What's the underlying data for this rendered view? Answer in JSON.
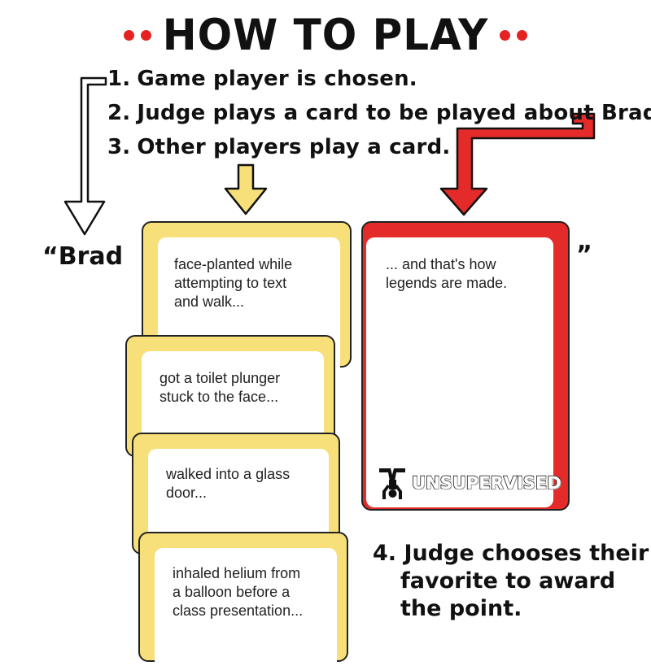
{
  "header": {
    "title": "HOW TO PLAY",
    "accent_color": "#e52222"
  },
  "steps": [
    {
      "number": "1.",
      "text": "Game player is chosen."
    },
    {
      "number": "2.",
      "text": "Judge plays a card to be played about Brad."
    },
    {
      "number": "3.",
      "text": "Other players play a card."
    }
  ],
  "sentence": {
    "open_quote": "“Brad",
    "close_quote": "”"
  },
  "player_cards": [
    {
      "text_lines": [
        "face-planted while",
        "attempting to text",
        "and walk..."
      ]
    },
    {
      "text_lines": [
        "got a toilet plunger",
        "stuck to the face..."
      ]
    },
    {
      "text_lines": [
        "walked into a glass",
        "door..."
      ]
    },
    {
      "text_lines": [
        "inhaled helium from",
        "a balloon before a",
        "class presentation..."
      ]
    }
  ],
  "judge_card": {
    "text_lines": [
      "... and that's how",
      "legends are made."
    ],
    "brand": "UNSUPERVISED",
    "logo_icon": "handstand-figure-icon",
    "color": "#e52a2a"
  },
  "player_card_color": "#f7e07a",
  "step4": {
    "lines": [
      "4. Judge chooses their",
      "favorite to award",
      "the point."
    ]
  },
  "arrows": {
    "white_arrow_icon": "white-down-arrow-icon",
    "yellow_arrow_icon": "yellow-down-arrow-icon",
    "red_arrow_icon": "red-down-arrow-icon",
    "yellow_color": "#f7e07a",
    "red_color": "#e52a2a"
  }
}
